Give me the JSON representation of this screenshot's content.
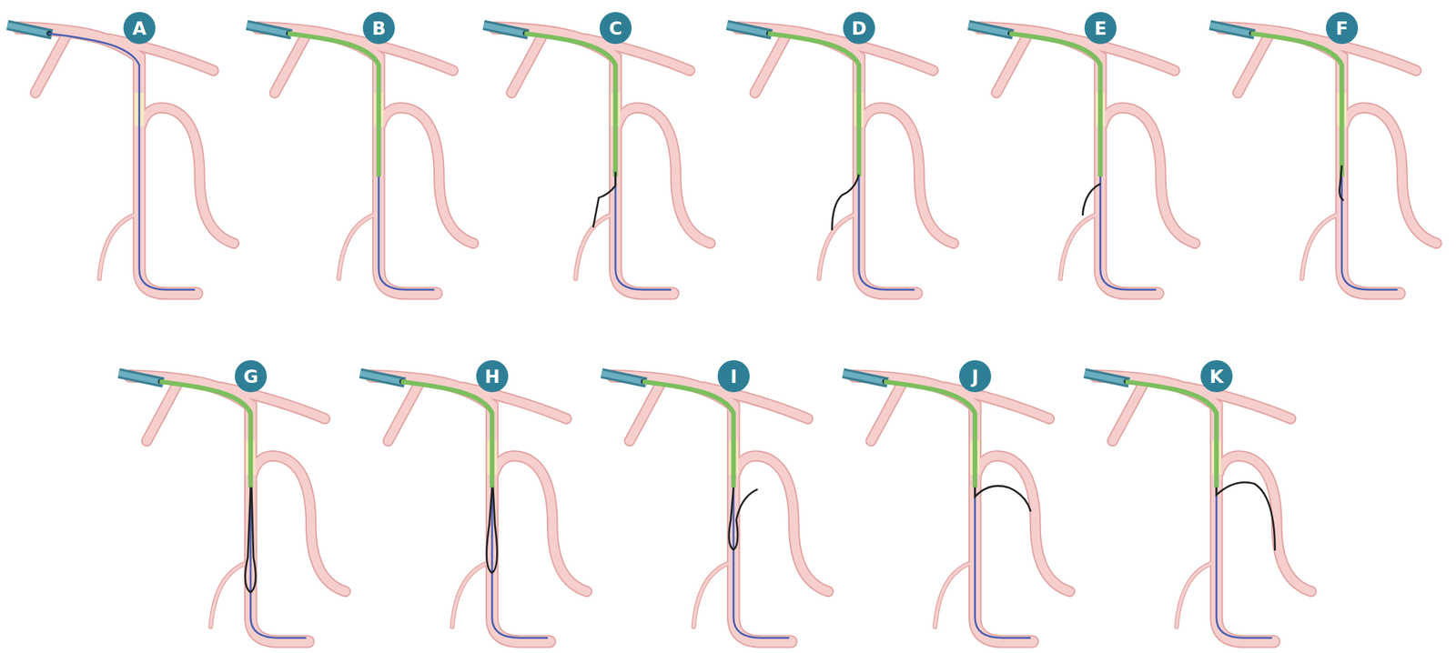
{
  "diagram": {
    "labels": [
      "A",
      "B",
      "C",
      "D",
      "E",
      "F",
      "G",
      "H",
      "I",
      "J",
      "K"
    ]
  }
}
